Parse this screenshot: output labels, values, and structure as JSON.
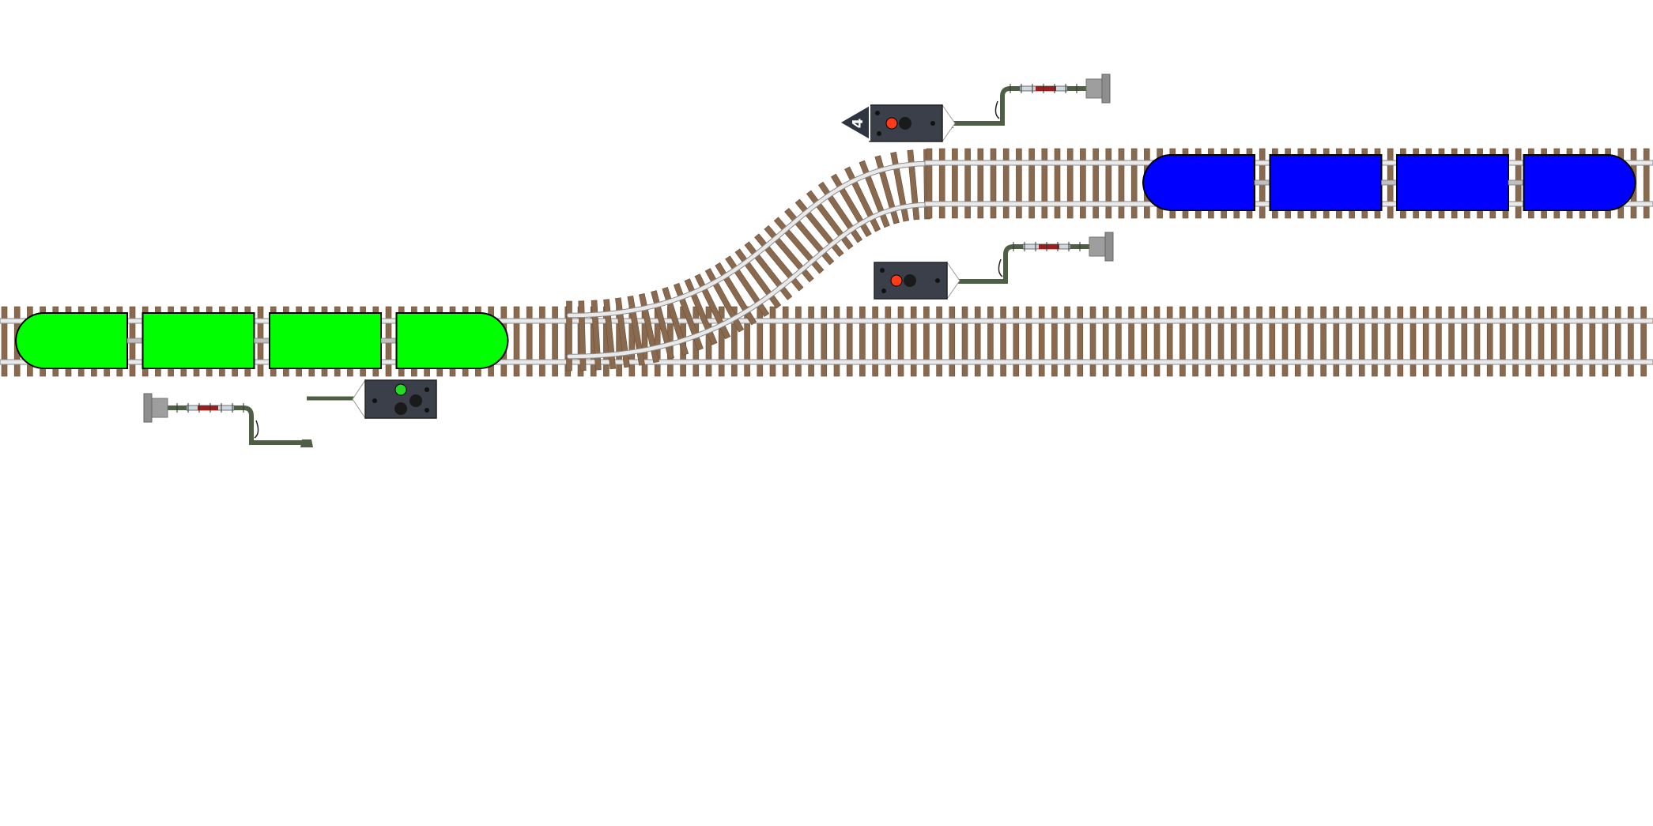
{
  "colors": {
    "sleeper": "#8a6a4f",
    "sleeper_dark": "#6b4f3a",
    "rail": "#e9e9e9",
    "rail_edge": "#8c8c8c",
    "signal_housing": "#3a3f4a",
    "signal_pole": "#4f5f45",
    "light_red": "#ff3b1a",
    "light_green": "#22dd22",
    "light_off": "#1a1a1a",
    "train_green": "#00ff00",
    "train_blue": "#0000ff",
    "car_outline": "#000000",
    "marker_board": "#2e3440"
  },
  "tracks": [
    {
      "id": "lower-main"
    },
    {
      "id": "upper-siding"
    },
    {
      "id": "switch-curve"
    }
  ],
  "trains": [
    {
      "id": "green-train",
      "color_key": "train_green",
      "cars": 4,
      "direction": "east"
    },
    {
      "id": "blue-train",
      "color_key": "train_blue",
      "cars": 4,
      "direction": "west"
    }
  ],
  "signals": [
    {
      "id": "signal-upper",
      "aspect": "red",
      "marker_label": "4"
    },
    {
      "id": "signal-middle",
      "aspect": "red"
    },
    {
      "id": "signal-lower",
      "aspect": "green"
    }
  ]
}
